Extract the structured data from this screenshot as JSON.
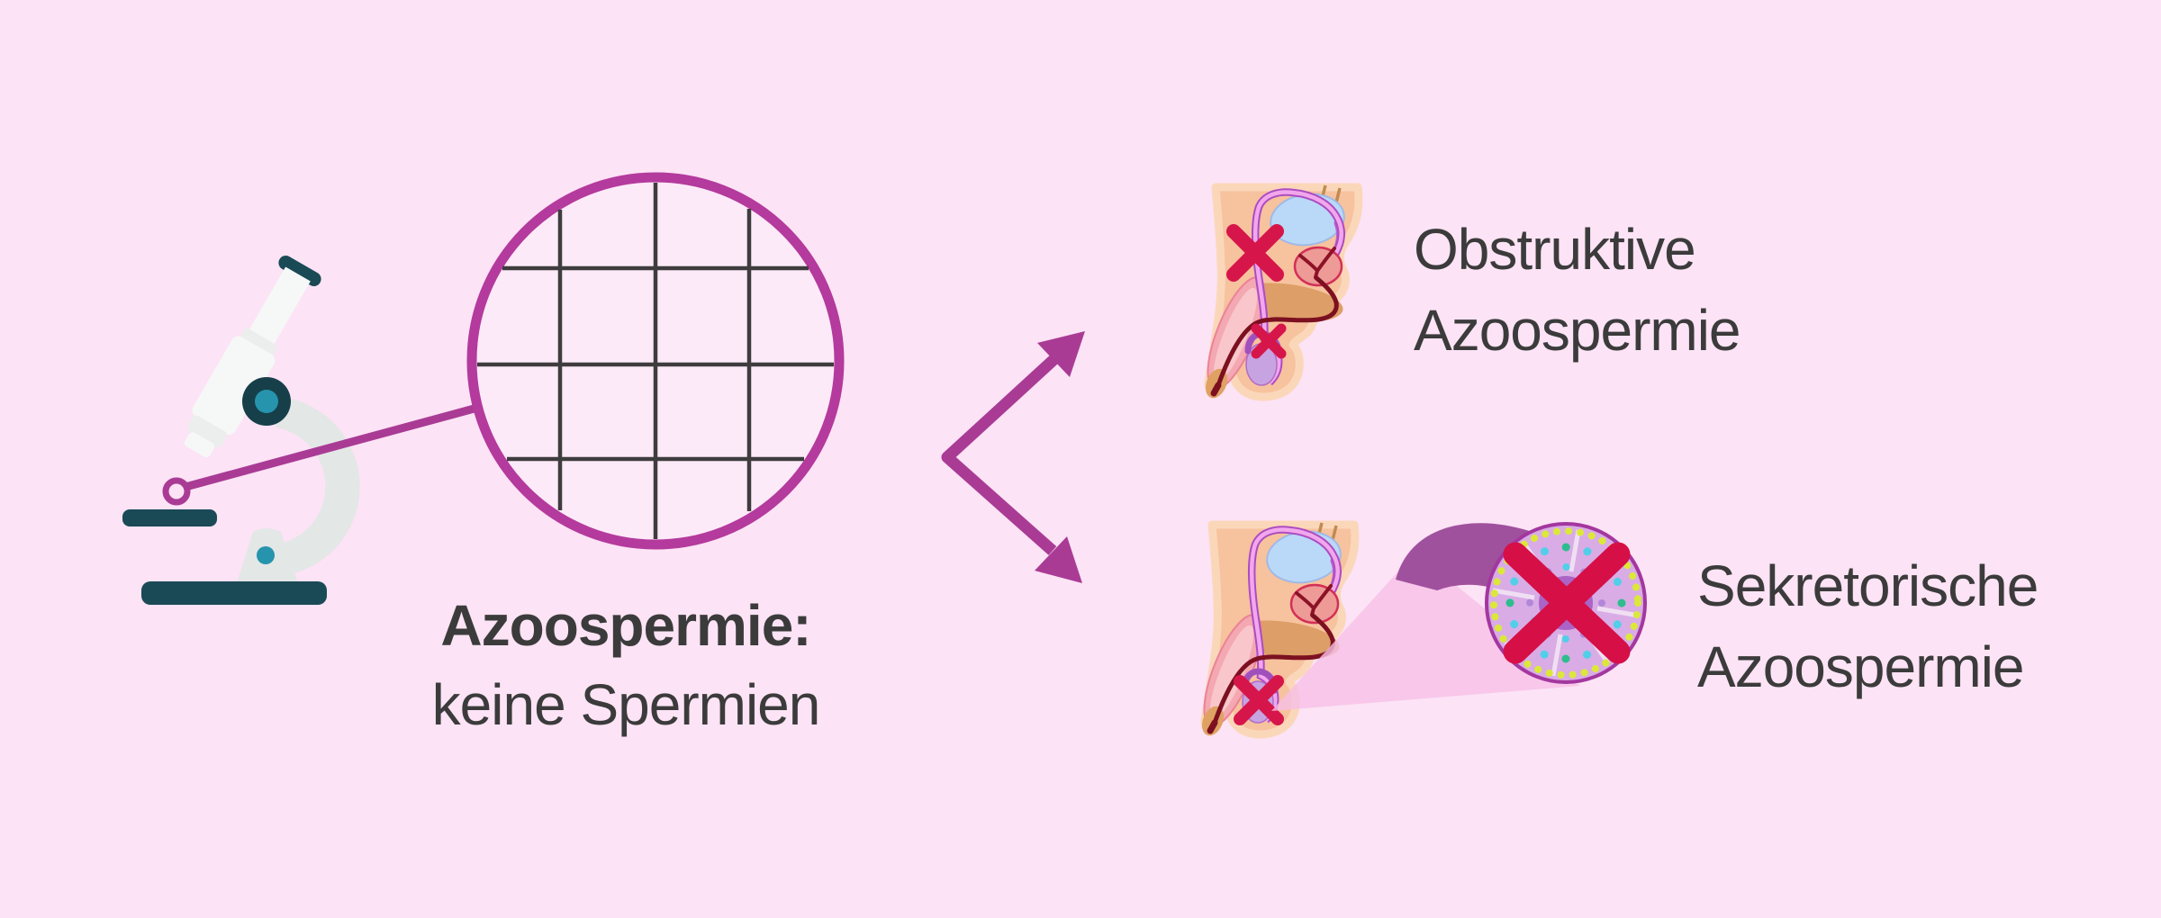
{
  "caption": {
    "line1": "Azoospermie:",
    "line2": "keine Spermien"
  },
  "branches": {
    "obstructive": {
      "line1": "Obstruktive",
      "line2": "Azoospermie"
    },
    "secretory": {
      "line1": "Sekretorische",
      "line2": "Azoospermie"
    }
  },
  "colors": {
    "background": "#fce3f5",
    "field_fill": "#fdeaf8",
    "accent_magenta": "#a93b95",
    "circle_border": "#b43a9d",
    "grid_line": "#3f3c3e",
    "text": "#3b3b3b",
    "cross_red": "#d6164a",
    "big_cross_red": "#d60f47",
    "microscope_dark": "#1a4a56",
    "microscope_teal": "#2694ad",
    "microscope_gray": "#e3e7e6",
    "flesh": "#f7c29e",
    "bladder_blue": "#bad9f8",
    "testis_purple": "#c7a3e2",
    "beam_pink": "#f6bfe7",
    "beam_purple": "#a0519d",
    "tubule_fill": "#d9ace6"
  },
  "icons": {
    "microscope": "microscope-icon",
    "field_of_view": "microscope-field-grid-icon",
    "branch_arrow": "double-branch-arrow-icon",
    "blockage_cross": "blockage-cross-icon",
    "no_sperm_cross": "no-sperm-cross-icon"
  }
}
